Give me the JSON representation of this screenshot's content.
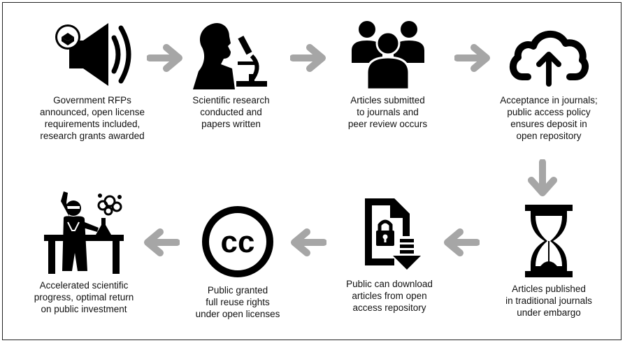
{
  "steps": [
    {
      "id": "rfp",
      "icon": "megaphone-icon",
      "caption": "Government RFPs\nannounced, open license\nrequirements included,\nresearch grants awarded"
    },
    {
      "id": "research",
      "icon": "scientist-microscope-icon",
      "caption": "Scientific research\nconducted and\npapers written"
    },
    {
      "id": "submit",
      "icon": "people-group-icon",
      "caption": "Articles submitted\nto journals and\npeer review occurs"
    },
    {
      "id": "accept",
      "icon": "cloud-upload-icon",
      "caption": "Acceptance in journals;\npublic access policy\nensures deposit in\nopen repository"
    },
    {
      "id": "publish",
      "icon": "hourglass-icon",
      "caption": "Articles published\nin traditional journals\nunder embargo"
    },
    {
      "id": "download",
      "icon": "locked-document-download-icon",
      "caption": "Public can download\narticles from open\naccess repository"
    },
    {
      "id": "reuse",
      "icon": "creative-commons-icon",
      "caption": "Public granted\nfull reuse rights\nunder open licenses"
    },
    {
      "id": "progress",
      "icon": "scientist-lab-bench-icon",
      "caption": "Accelerated scientific\nprogress, optimal return\non public investment"
    }
  ],
  "icon_text": {
    "cc": "cc"
  },
  "colors": {
    "icon": "#000000",
    "arrow": "#a6a6a6",
    "border": "#222222"
  }
}
